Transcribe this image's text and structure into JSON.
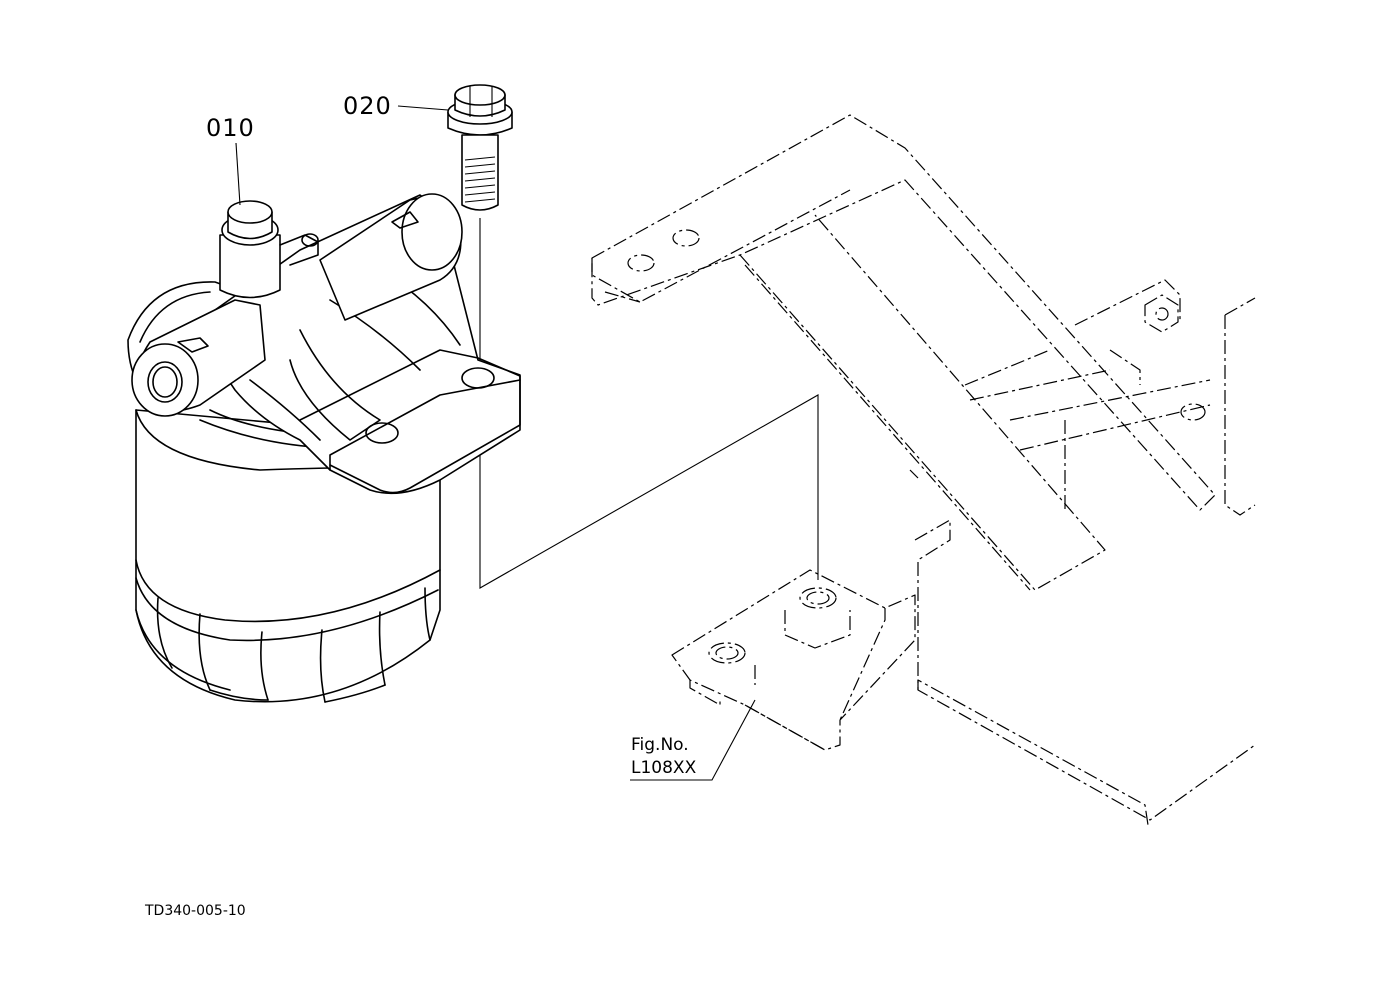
{
  "parts": [
    {
      "number": "010"
    },
    {
      "number": "020"
    }
  ],
  "figure_reference": {
    "line1": "Fig.No.",
    "line2": "L108XX"
  },
  "drawing_code": "TD340-005-10"
}
